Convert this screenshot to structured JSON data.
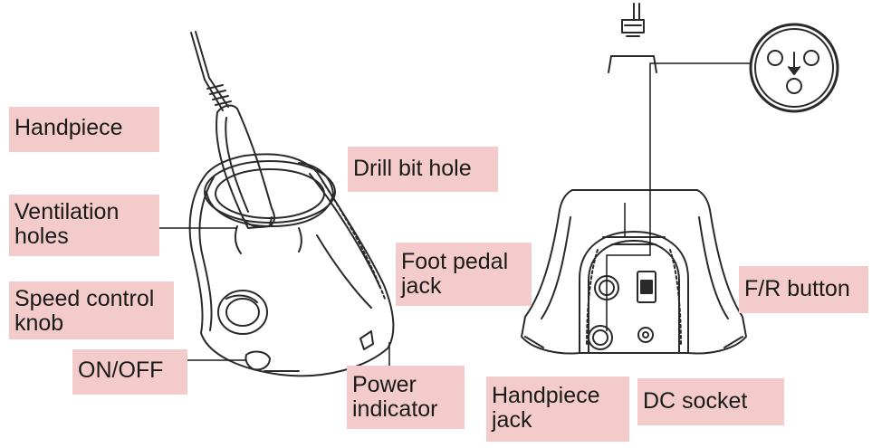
{
  "labels": {
    "handpiece": "Handpiece",
    "ventilation_holes": [
      "Ventilation",
      "holes"
    ],
    "speed_control_knob": [
      "Speed control",
      "knob"
    ],
    "on_off": "ON/OFF",
    "drill_bit_hole": "Drill bit hole",
    "foot_pedal_jack": [
      "Foot pedal",
      "jack"
    ],
    "power_indicator": [
      "Power",
      "indicator"
    ],
    "fr_button": "F/R button",
    "handpiece_jack": [
      "Handpiece",
      "jack"
    ],
    "dc_socket": "DC socket"
  },
  "colors": {
    "label_bg": "#f4cbcb",
    "line": "#1a1a1a",
    "drawing": "#2a2a2a"
  }
}
